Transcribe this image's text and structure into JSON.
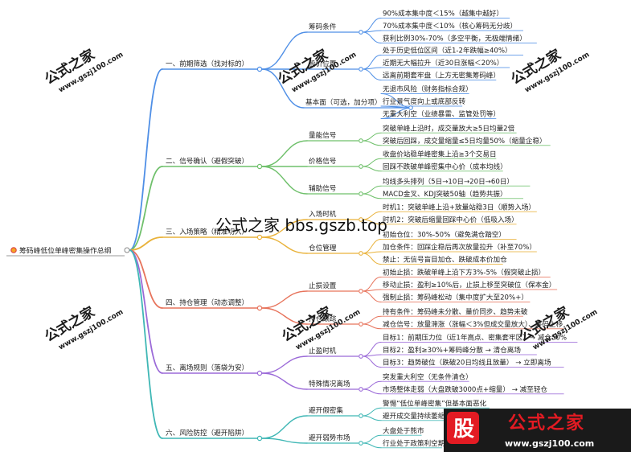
{
  "title": "筹码峰低位单峰密集操作总纲",
  "branches": [
    {
      "label": "一、前期筛选（找对标的）",
      "color": "#4f8fe6",
      "children": [
        {
          "label": "筹码条件",
          "leaves": [
            "90%成本集中度＜15%（越集中越好）",
            "70%成本集中度＜10%（核心筹码无分歧）",
            "获利比例30%-70%（多空平衡，无极端情绪）"
          ]
        },
        {
          "label": "股价位置",
          "leaves": [
            "处于历史低位区间（近1-2年跌幅≥40%）",
            "近期无大幅拉升（近30日涨幅＜20%）",
            "远离前期套牢盘（上方无密集筹码峰）"
          ]
        },
        {
          "label": "基本面（可选，加分项）",
          "leaves": [
            "无退市风险（财务指标合规）",
            "行业景气度向上或底部反转",
            "无重大利空（业绩暴雷、监管处罚等）"
          ]
        }
      ]
    },
    {
      "label": "二、信号确认（避假突破）",
      "color": "#6fc06b",
      "children": [
        {
          "label": "量能信号",
          "leaves": [
            "突破单峰上沿时，成交量放大≥5日均量2倍",
            "突破后回踩，成交量缩量≤5日均量50%（缩量企稳）"
          ]
        },
        {
          "label": "价格信号",
          "leaves": [
            "收盘价站稳单峰密集上沿≥3个交易日",
            "回踩不跌破单峰密集中心价（成本均线）"
          ]
        },
        {
          "label": "辅助信号",
          "leaves": [
            "均线多头排列（5日→10日→20日→60日）",
            "MACD金叉、KDJ突破50轴（趋势共振）"
          ]
        }
      ]
    },
    {
      "label": "三、入场策略（精准切入）",
      "color": "#e9b23a",
      "children": [
        {
          "label": "入场时机",
          "leaves": [
            "时机1：突破单峰上沿+放量站稳3日（顺势入场）",
            "时机2：突破后缩量回踩中心价（低吸入场）"
          ]
        },
        {
          "label": "仓位管理",
          "leaves": [
            "初始仓位：30%-50%（避免满仓踏空）",
            "加仓条件：回踩企稳后再次放量拉升（补至70%）",
            "禁止：无信号盲目加仓、跌破成本价加仓"
          ]
        }
      ]
    },
    {
      "label": "四、持仓管理（动态调整）",
      "color": "#e7735b",
      "children": [
        {
          "label": "止损设置",
          "leaves": [
            "初始止损：跌破单峰上沿下方3%-5%（假突破止损）",
            "移动止损：盈利≥10%后，止损上移至突破位（保本金）",
            "强制止损：筹码峰松动（集中度扩大至20%+）"
          ]
        },
        {
          "label": "持仓跟踪",
          "leaves": [
            "持有条件：筹码峰未分散、量价同步、趋势未破",
            "减仓信号：放量滞涨（涨幅＜3%但成交量放大）、筹码上移"
          ]
        }
      ]
    },
    {
      "label": "五、离场规则（落袋为安）",
      "color": "#9b6ad8",
      "children": [
        {
          "label": "止盈时机",
          "leaves": [
            "目标1：前期压力位（近1年高点、密集套牢区）→ 减仓50%",
            "目标2：盈利≥30%+筹码峰分散 → 清仓离场",
            "目标3：趋势破位（跌破20日均线且放量） → 立即离场"
          ]
        },
        {
          "label": "特殊情况离场",
          "leaves": [
            "突发重大利空（无条件清仓）",
            "市场整体走弱（大盘跌破3000点+缩量） → 减至轻仓"
          ]
        }
      ]
    },
    {
      "label": "六、风险防控（避开陷阱）",
      "color": "#3fb7b5",
      "children": [
        {
          "label": "避开假密集",
          "leaves": [
            "警惕“低位单峰密集”但基本面恶化",
            "避开成交量持续萎缩的单峰"
          ]
        },
        {
          "label": "避开弱势市场",
          "leaves": [
            "大盘处于熊市",
            "行业处于政策利空期"
          ]
        }
      ]
    }
  ],
  "watermarks": {
    "brand": "公式之家",
    "url": "www.gszj100.com",
    "banner": "公式之家 bbs.gszb.top",
    "logo_char": "股",
    "logo_text": "公式之家",
    "logo_url": "www.gszj100.com"
  }
}
